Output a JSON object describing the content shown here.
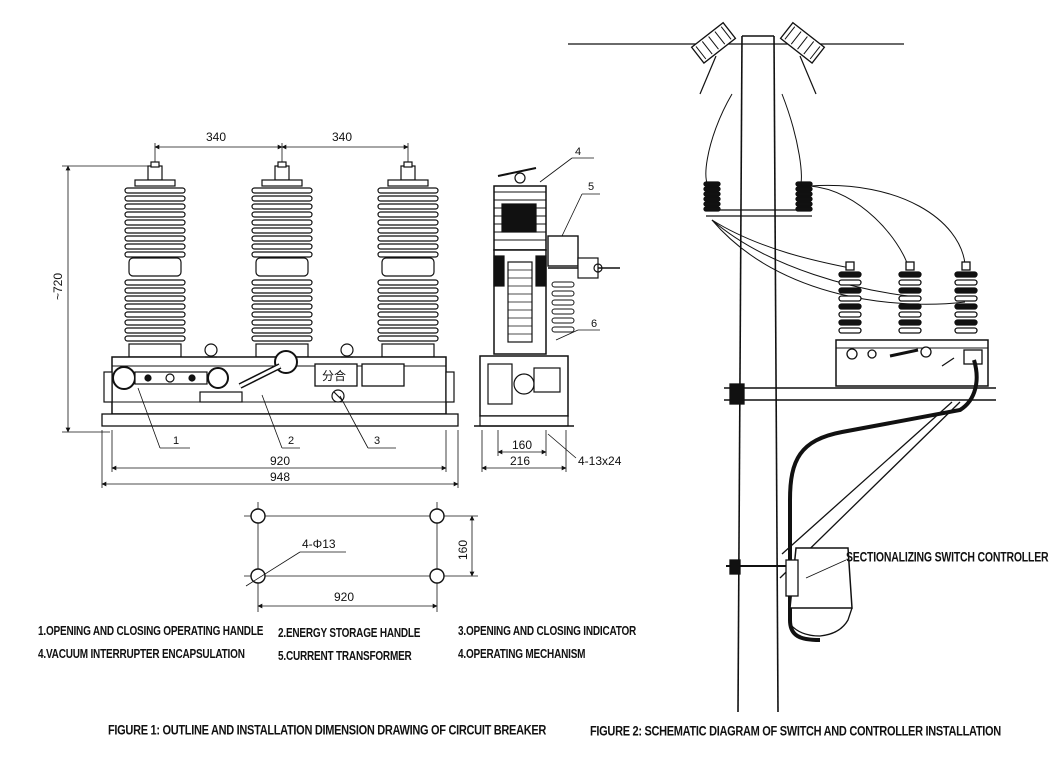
{
  "figure1": {
    "caption": "FIGURE 1: OUTLINE AND INSTALLATION DIMENSION DRAWING OF CIRCUIT BREAKER",
    "dimensions": {
      "pitch_left": "340",
      "pitch_right": "340",
      "height": "~720",
      "width_inner": "920",
      "width_outer": "948",
      "side_inner": "160",
      "side_outer": "216",
      "side_holes": "4-13x24",
      "base_holes": "4-Φ13",
      "base_height": "160",
      "base_width": "920"
    },
    "callouts": [
      "1",
      "2",
      "3",
      "4",
      "5",
      "6"
    ],
    "indicator_text": "分合",
    "legend": {
      "row1": [
        "1.OPENING AND CLOSING OPERATING HANDLE",
        "2.ENERGY STORAGE HANDLE",
        "3.OPENING AND CLOSING INDICATOR"
      ],
      "row2": [
        "4.VACUUM INTERRUPTER ENCAPSULATION",
        "5.CURRENT TRANSFORMER",
        "4.OPERATING MECHANISM"
      ]
    }
  },
  "figure2": {
    "caption": "FIGURE 2: SCHEMATIC DIAGRAM OF SWITCH AND CONTROLLER INSTALLATION",
    "controller_label": "SECTIONALIZING SWITCH CONTROLLER"
  }
}
